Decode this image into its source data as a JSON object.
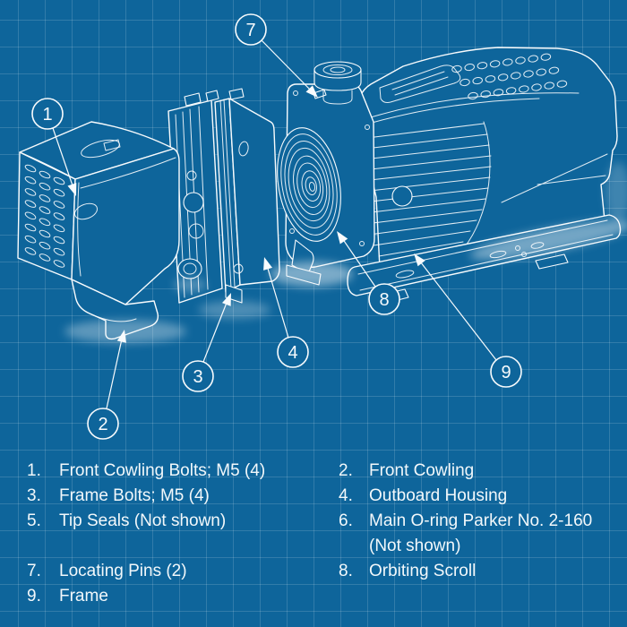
{
  "colors": {
    "background": "#0E659B",
    "grid_line": "rgba(255,255,255,0.15)",
    "ink": "#F8FBFD",
    "legend_text": "#F2F8FB"
  },
  "diagram": {
    "description": "Exploded-view blueprint line drawing of a scroll vacuum pump",
    "callouts": {
      "c1": "1",
      "c2": "2",
      "c3": "3",
      "c4": "4",
      "c7": "7",
      "c8": "8",
      "c9": "9"
    }
  },
  "legend": {
    "left": [
      {
        "num": "1.",
        "text": "Front Cowling Bolts; M5 (4)"
      },
      {
        "num": "3.",
        "text": "Frame Bolts; M5 (4)"
      },
      {
        "num": "5.",
        "text": "Tip Seals (Not shown)"
      },
      {
        "num": "7.",
        "text": "Locating Pins (2)"
      },
      {
        "num": "9.",
        "text": "Frame"
      }
    ],
    "right": [
      {
        "num": "2.",
        "text": "Front Cowling"
      },
      {
        "num": "4.",
        "text": "Outboard Housing"
      },
      {
        "num": "6.",
        "text": "Main O-ring Parker No. 2-160\n(Not shown)"
      },
      {
        "num": "8.",
        "text": "Orbiting Scroll"
      }
    ]
  }
}
